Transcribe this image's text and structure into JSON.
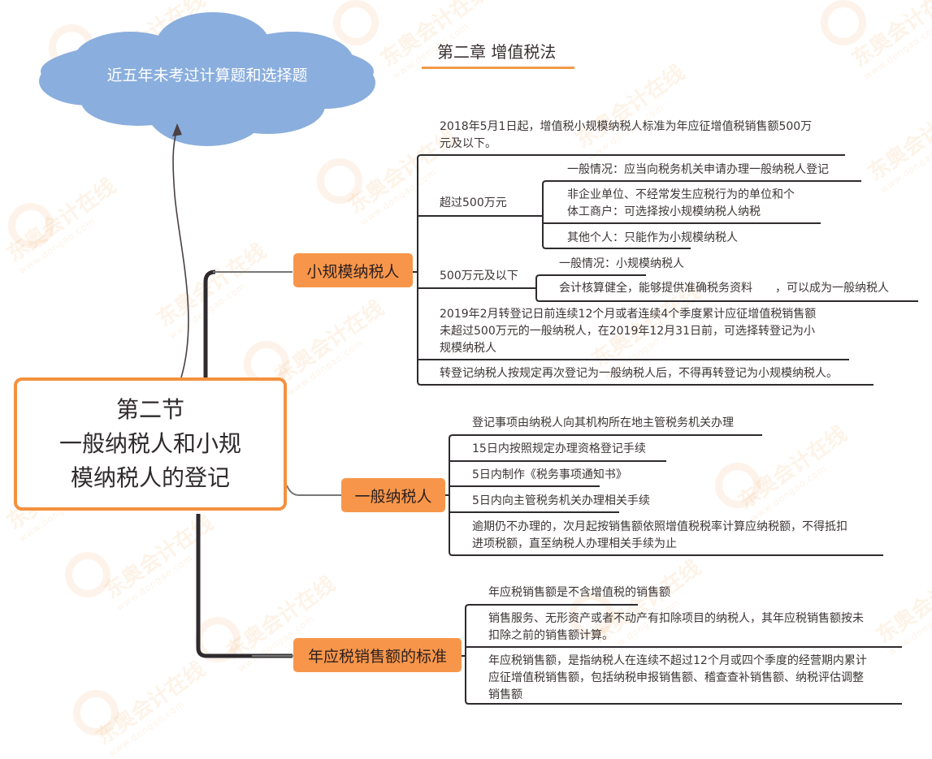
{
  "header": {
    "chapter_title": "第二章 增值税法"
  },
  "callout": {
    "text": "近五年未考过计算题和选择题",
    "color": "#8aaedd"
  },
  "root": {
    "lines": [
      "第二节",
      "一般纳税人和小规",
      "模纳税人的登记"
    ],
    "border_color": "#f4913e"
  },
  "branches": [
    {
      "label": "小规模纳税人",
      "children": [
        {
          "lines": [
            "2018年5月1日起，增值税小规模纳税人标准为年应征增值税销售额500万",
            "元及以下。"
          ]
        },
        {
          "label": "超过500万元",
          "children": [
            {
              "lines": [
                "一般情况：应当向税务机关申请办理一般纳税人登记"
              ]
            },
            {
              "lines": [
                "非企业单位、不经常发生应税行为的单位和个",
                "体工商户：可选择按小规模纳税人纳税"
              ]
            },
            {
              "lines": [
                "其他个人：只能作为小规模纳税人"
              ]
            }
          ]
        },
        {
          "label": "500万元及以下",
          "children": [
            {
              "lines": [
                "一般情况：小规模纳税人"
              ]
            },
            {
              "lines": [
                "会计核算健全，能够提供准确税务资料　　，可以成为一般纳税人"
              ]
            }
          ]
        },
        {
          "lines": [
            "2019年2月转登记日前连续12个月或者连续4个季度累计应征增值税销售额",
            "未超过500万元的一般纳税人，在2019年12月31日前，可选择转登记为小",
            "规模纳税人"
          ]
        },
        {
          "lines": [
            "转登记纳税人按规定再次登记为一般纳税人后，不得再转登记为小规模纳税人。"
          ]
        }
      ]
    },
    {
      "label": "一般纳税人",
      "children": [
        {
          "lines": [
            "登记事项由纳税人向其机构所在地主管税务机关办理"
          ]
        },
        {
          "lines": [
            "15日内按照规定办理资格登记手续"
          ]
        },
        {
          "lines": [
            "5日内制作《税务事项通知书》"
          ]
        },
        {
          "lines": [
            "5日内向主管税务机关办理相关手续"
          ]
        },
        {
          "lines": [
            "逾期仍不办理的，次月起按销售额依照增值税税率计算应纳税额，不得抵扣",
            "进项税额，直至纳税人办理相关手续为止"
          ]
        }
      ]
    },
    {
      "label": "年应税销售额的标准",
      "children": [
        {
          "lines": [
            "年应税销售额是不含增值税的销售额"
          ]
        },
        {
          "lines": [
            "销售服务、无形资产或者不动产有扣除项目的纳税人，其年应税销售额按未",
            "扣除之前的销售额计算。"
          ]
        },
        {
          "lines": [
            "年应税销售额，是指纳税人在连续不超过12个月或四个季度的经营期内累计",
            "应征增值税销售额，包括纳税申报销售额、稽查查补销售额、纳税评估调整",
            "销售额"
          ]
        }
      ]
    }
  ],
  "watermark": {
    "brand": "东奥会计在线",
    "url": "www.dongao.com"
  },
  "colors": {
    "branch_fill": "#f7964a",
    "line": "#2e2a2e",
    "accent_underline": "#f29a48"
  }
}
